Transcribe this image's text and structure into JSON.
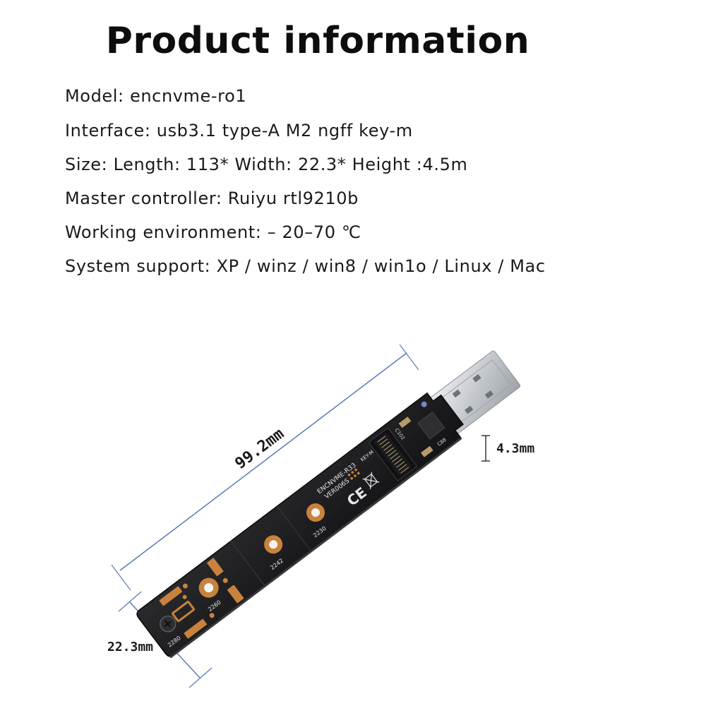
{
  "page": {
    "title": "Product information"
  },
  "specs": [
    "Model: encnvme-ro1",
    "Interface: usb3.1 type-A M2 ngff key-m",
    "Size: Length: 113* Width: 22.3* Height :4.5m",
    "Master controller: Ruiyu rtl9210b",
    "Working environment: – 20–70 ℃",
    "System support: XP / winz / win8 / win1o / Linux / Mac"
  ],
  "dimensions": {
    "length": "99.2mm",
    "height": "4.3mm",
    "width": "22.3mm"
  },
  "board_markings": {
    "model": "ENCNVME-R33",
    "version": "VER006S",
    "key": "KEY-M",
    "size_2230": "2230",
    "size_2242": "2242",
    "size_2260": "2260",
    "size_2280": "2280",
    "ce": "CE",
    "cap1": "C102",
    "cap2": "C88"
  },
  "colors": {
    "pcb": "#1c1c1e",
    "copper": "#c9823c",
    "usb_metal": "#d4d7db",
    "dimension_line": "#4a6fb5"
  }
}
